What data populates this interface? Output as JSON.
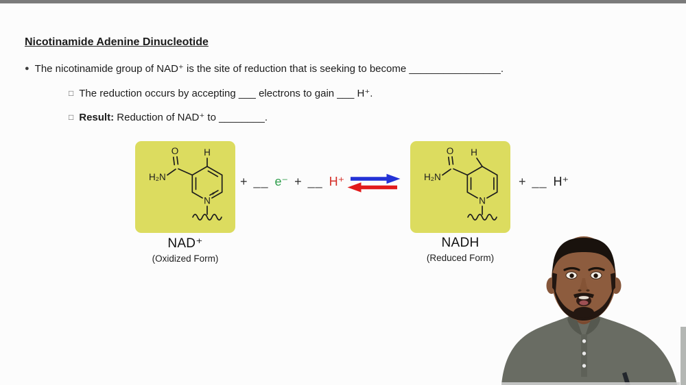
{
  "colors": {
    "top_bar": "#7b7b7b",
    "background": "#fcfcfc",
    "highlight_box": "#dcdc5f",
    "electron_green": "#2f9e4c",
    "proton_red": "#d42d26",
    "arrow_forward_blue": "#2332d6",
    "arrow_reverse_red": "#e21b1b",
    "text": "#1c1c1c"
  },
  "header": {
    "title": "Nicotinamide Adenine Dinucleotide"
  },
  "notes": {
    "bullet_marker": "●",
    "sub_marker": "□",
    "main_bullet": "The nicotinamide group of NAD⁺ is the site of reduction that is seeking to become ________________.",
    "sub_bullet_1": "The reduction occurs by accepting ___ electrons to gain ___ H⁺.",
    "sub_bullet_2_label": "Result:",
    "sub_bullet_2_text": "Reduction of NAD⁺ to ________."
  },
  "reaction": {
    "left_molecule": {
      "name": "NAD⁺",
      "caption": "(Oxidized Form)",
      "atoms": {
        "o": "O",
        "h": "H",
        "amine": "H₂N",
        "n": "N",
        "charge": "+"
      }
    },
    "right_molecule": {
      "name": "NADH",
      "caption": "(Reduced Form)",
      "atoms": {
        "o": "O",
        "h": "H",
        "amine": "H₂N",
        "n": "N"
      }
    },
    "equation_mid": {
      "plus1": "+",
      "blank1": "__",
      "electron": "e⁻",
      "plus2": "+",
      "blank2": "__",
      "proton": "H⁺"
    },
    "equation_right": {
      "plus": "+",
      "blank": "__",
      "proton": "H⁺"
    }
  }
}
